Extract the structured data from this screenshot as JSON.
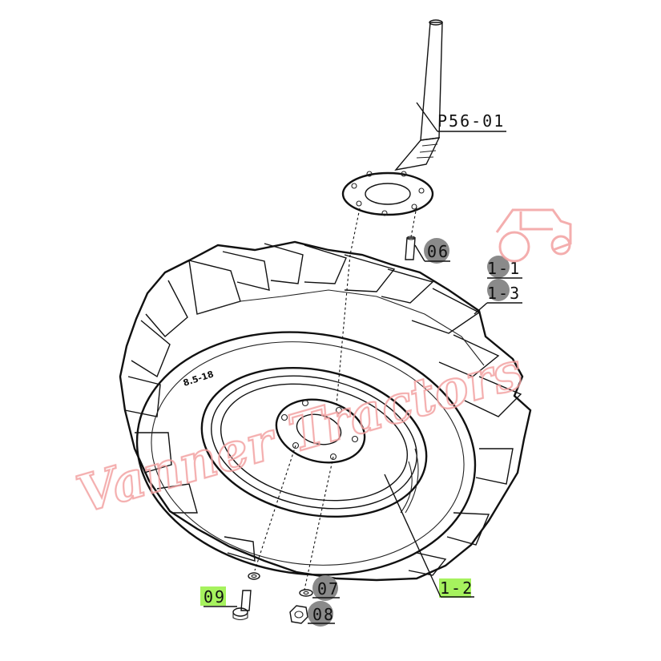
{
  "parts": {
    "p56_01": "P56-01",
    "p06": "06",
    "p1_1": "1-1",
    "p1_3": "1-3",
    "p1_2": "1-2",
    "p07": "07",
    "p08": "08",
    "p09": "09",
    "tire_size": "8.5-18"
  },
  "watermark": {
    "text": "Vanner Tractors"
  },
  "colors": {
    "highlight_green": "#a6f25e",
    "badge_gray": "#8a8a8a",
    "watermark": "#f2a0a0"
  }
}
